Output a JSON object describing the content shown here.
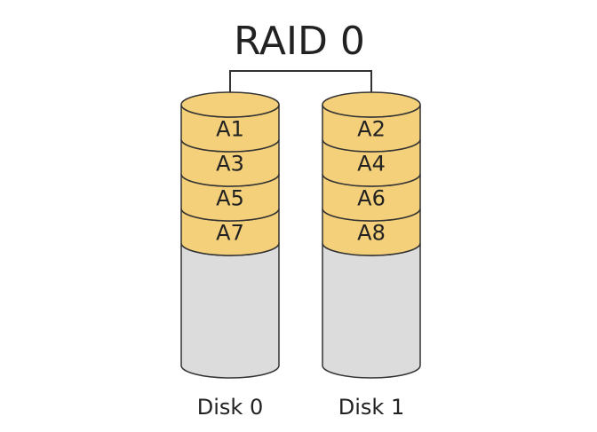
{
  "title": "RAID 0",
  "colors": {
    "stripe_fill": "#f4d07a",
    "empty_fill": "#dcdcdc",
    "stroke": "#333333",
    "text": "#222222"
  },
  "disks": [
    {
      "label": "Disk 0",
      "blocks": [
        "A1",
        "A3",
        "A5",
        "A7"
      ]
    },
    {
      "label": "Disk 1",
      "blocks": [
        "A2",
        "A4",
        "A6",
        "A8"
      ]
    }
  ]
}
